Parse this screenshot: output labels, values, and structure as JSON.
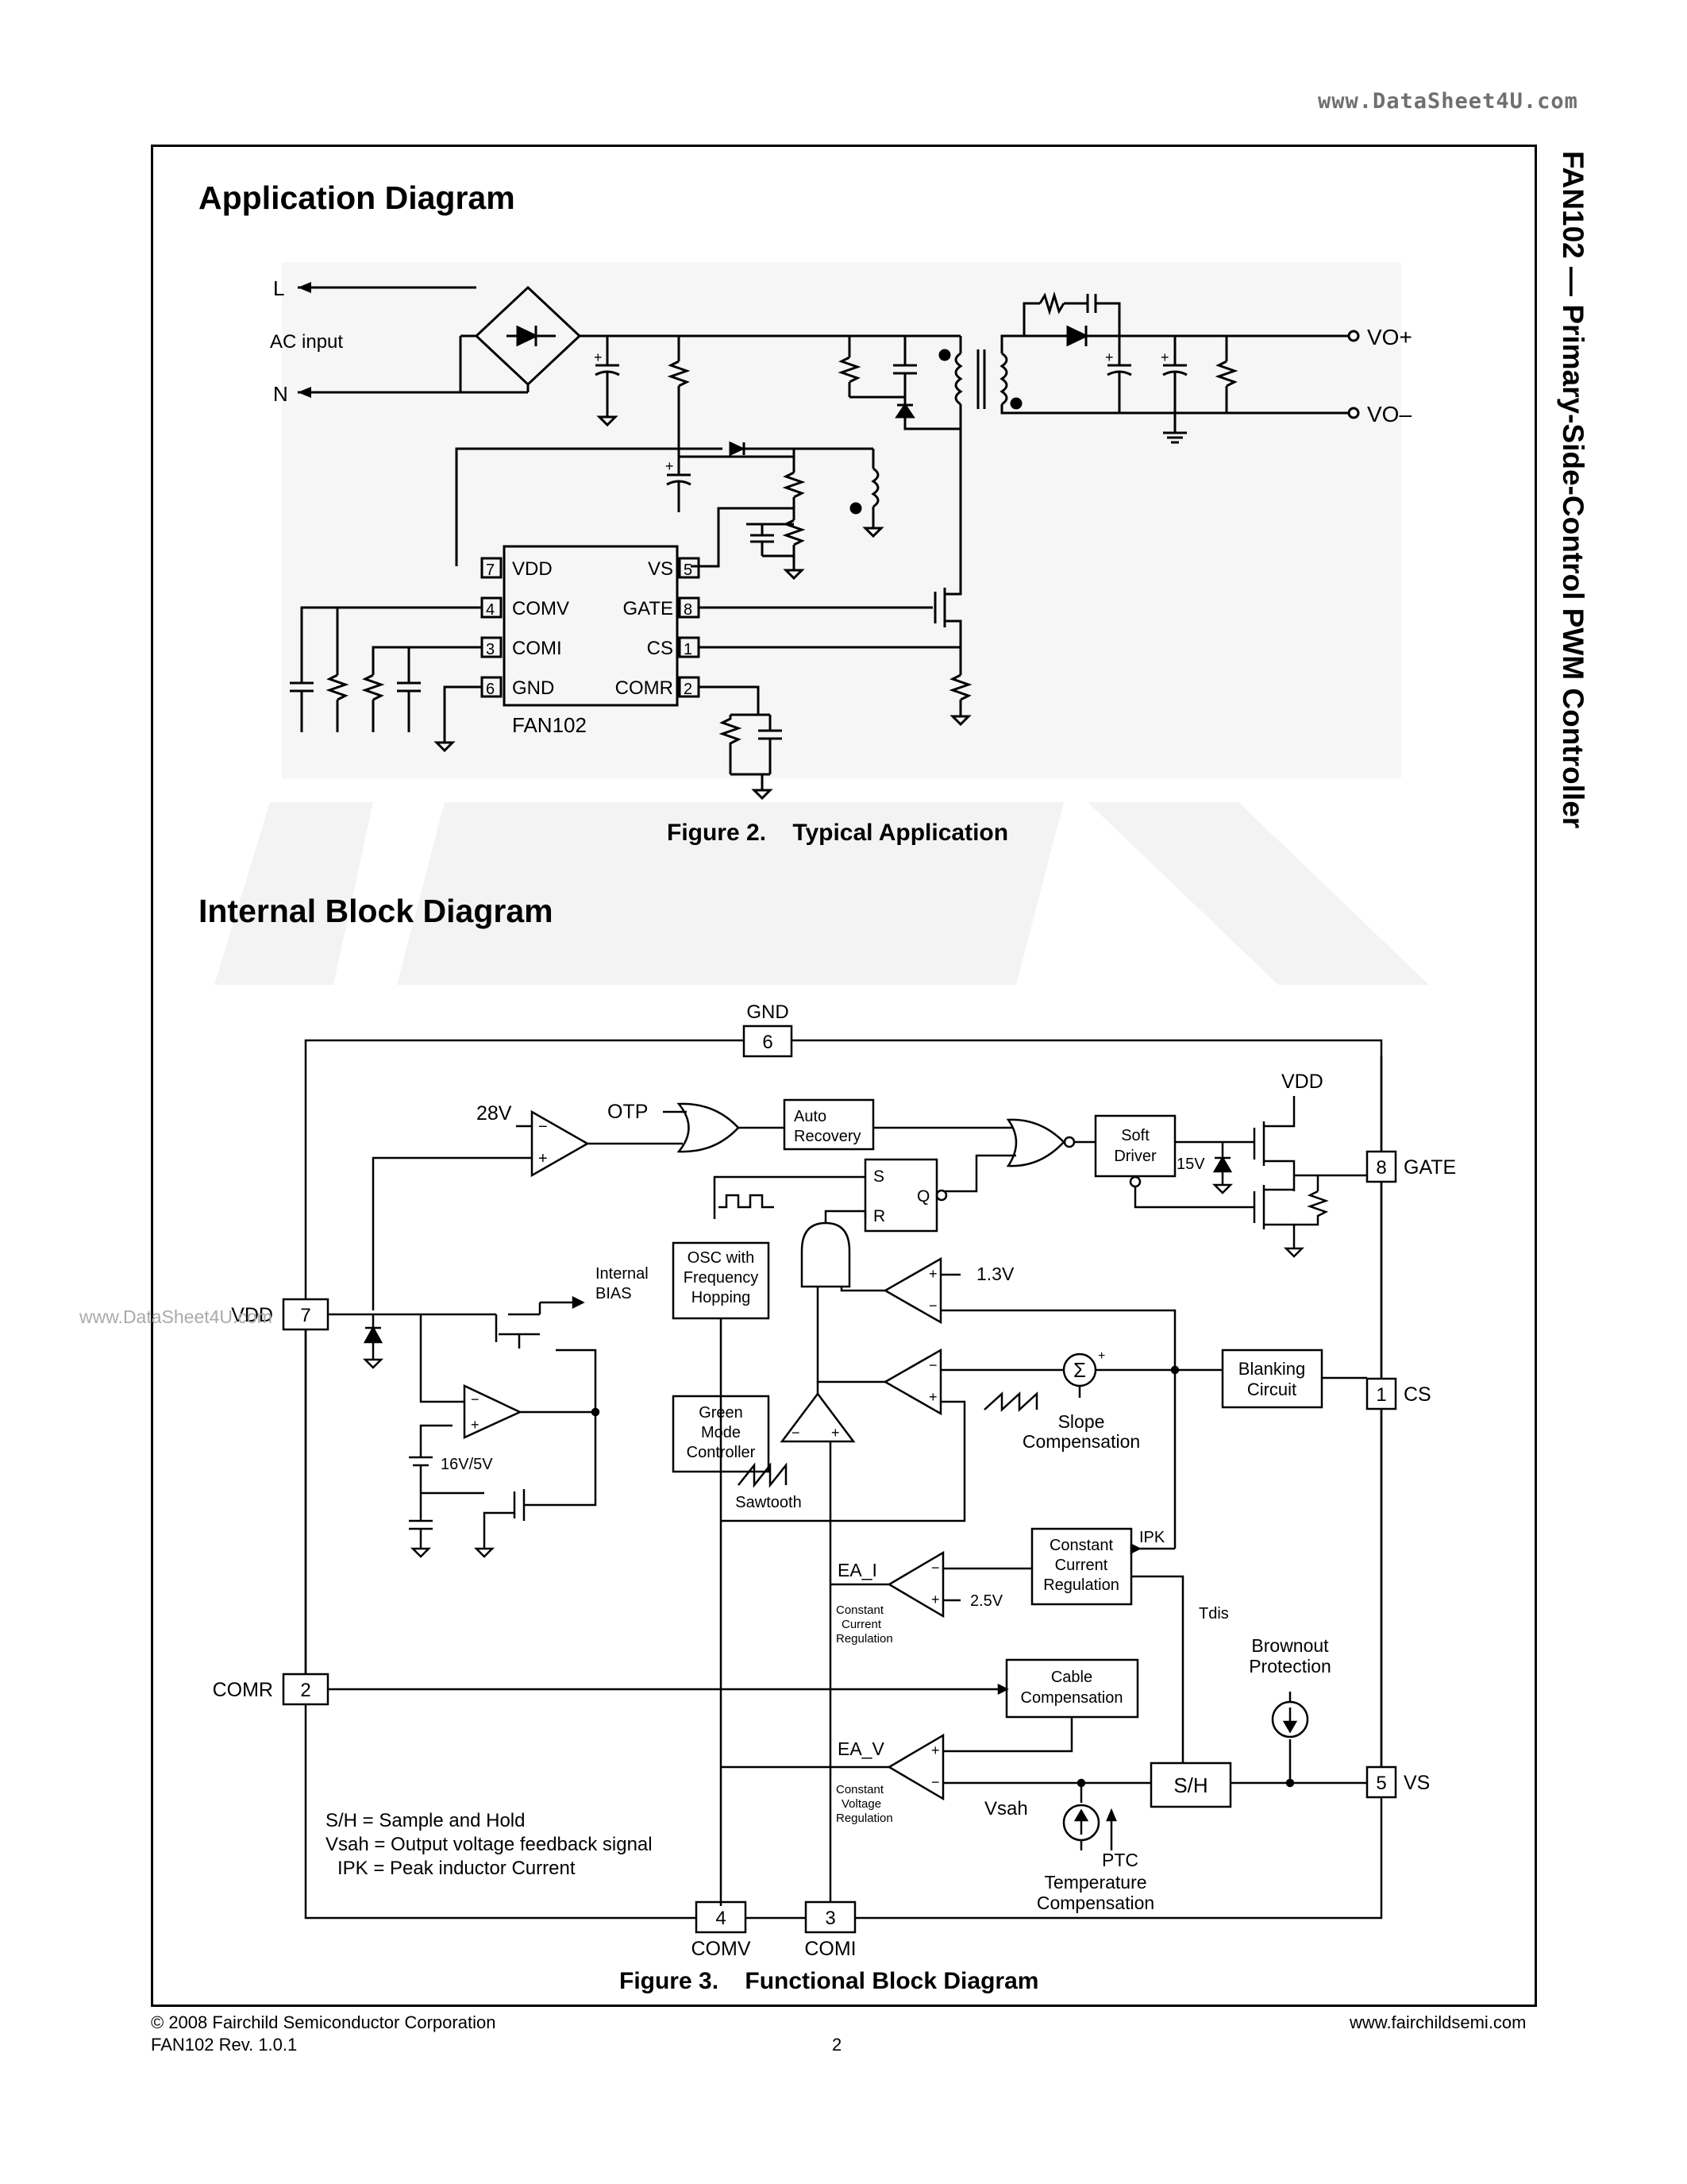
{
  "header": {
    "watermark": "www.DataSheet4U.com"
  },
  "side_title": "FAN102 — Primary-Side-Control PWM Controller",
  "application": {
    "heading": "Application Diagram",
    "caption": "Figure 2.    Typical Application",
    "labels": {
      "line": "L",
      "neutral": "N",
      "ac_input": "AC input",
      "vo_plus": "VO+",
      "vo_minus": "VO–",
      "chip_name": "FAN102"
    },
    "pins_left": [
      {
        "num": "7",
        "name": "VDD"
      },
      {
        "num": "4",
        "name": "COMV"
      },
      {
        "num": "3",
        "name": "COMI"
      },
      {
        "num": "6",
        "name": "GND"
      }
    ],
    "pins_right": [
      {
        "num": "5",
        "name": "VS"
      },
      {
        "num": "8",
        "name": "GATE"
      },
      {
        "num": "1",
        "name": "CS"
      },
      {
        "num": "2",
        "name": "COMR"
      }
    ]
  },
  "block": {
    "heading": "Internal Block Diagram",
    "caption": "Figure 3.    Functional Block Diagram",
    "pins": {
      "gnd": {
        "num": "6",
        "name": "GND"
      },
      "gate": {
        "num": "8",
        "name": "GATE"
      },
      "vdd": {
        "num": "7",
        "name": "VDD"
      },
      "cs": {
        "num": "1",
        "name": "CS"
      },
      "comr": {
        "num": "2",
        "name": "COMR"
      },
      "vs": {
        "num": "5",
        "name": "VS"
      },
      "comv": {
        "num": "4",
        "name": "COMV"
      },
      "comi": {
        "num": "3",
        "name": "COMI"
      }
    },
    "labels": {
      "v28": "28V",
      "otp": "OTP",
      "auto1": "Auto",
      "auto2": "Recovery",
      "soft1": "Soft",
      "soft2": "Driver",
      "vdd_top": "VDD",
      "z15": "15V",
      "s": "S",
      "r": "R",
      "q": "Q",
      "osc1": "OSC with",
      "osc2": "Frequency",
      "osc3": "Hopping",
      "bias1": "Internal",
      "bias2": "BIAS",
      "v13": "1.3V",
      "blank1": "Blanking",
      "blank2": "Circuit",
      "slope1": "Slope",
      "slope2": "Compensation",
      "green1": "Green",
      "green2": "Mode",
      "green3": "Controller",
      "sawtooth": "Sawtooth",
      "uvlo": "16V/5V",
      "ipk": "IPK",
      "ccr1": "Constant",
      "ccr2": "Current",
      "ccr3": "Regulation",
      "eai": "EA_I",
      "v25": "2.5V",
      "cc_small1": "Constant",
      "cc_small2": "Current",
      "cc_small3": "Regulation",
      "tdis": "Tdis",
      "brown1": "Brownout",
      "brown2": "Protection",
      "cable1": "Cable",
      "cable2": "Compensation",
      "eav": "EA_V",
      "cv_small1": "Constant",
      "cv_small2": "Voltage",
      "cv_small3": "Regulation",
      "sh": "S/H",
      "vsah": "Vsah",
      "ptc": "PTC",
      "temp1": "Temperature",
      "temp2": "Compensation",
      "legend1": "S/H    = Sample and Hold",
      "legend2": "Vsah  = Output voltage feedback signal",
      "legend3": "IPK    = Peak inductor Current",
      "watermark": "www.DataSheet4U.com"
    }
  },
  "footer": {
    "copyright": "© 2008 Fairchild Semiconductor Corporation",
    "rev": "FAN102 Rev. 1.0.1",
    "page": "2",
    "url": "www.fairchildsemi.com"
  }
}
